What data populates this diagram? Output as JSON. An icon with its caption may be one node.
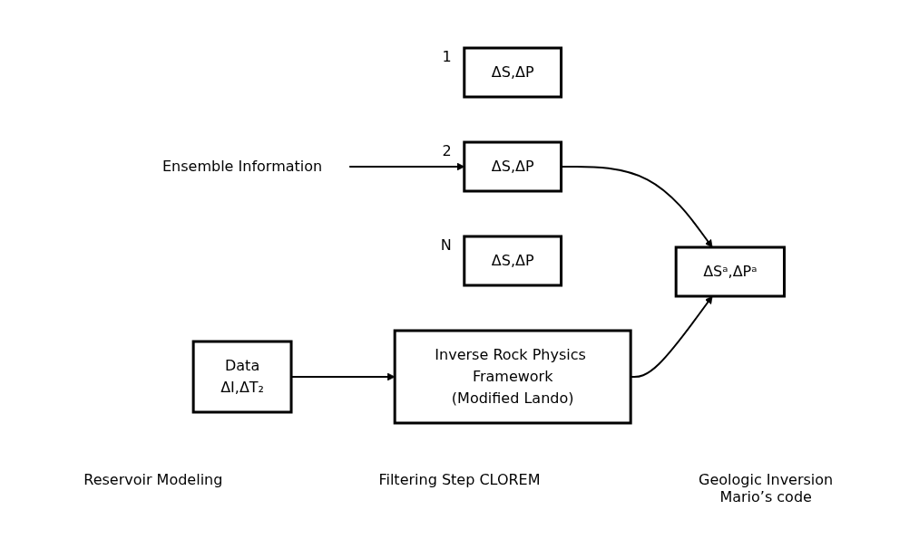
{
  "diagram": {
    "nodes": [
      {
        "text": [
          "Ensemble Information"
        ]
      },
      {
        "text": [
          "ΔS,ΔP"
        ],
        "beside": [
          "1"
        ]
      },
      {
        "text": [
          "ΔS,ΔP"
        ],
        "beside": [
          "2"
        ]
      },
      {
        "text": [
          "ΔS,ΔP"
        ],
        "beside": [
          "N"
        ]
      },
      {
        "text": [
          "ΔSᵃ,ΔPᵃ"
        ]
      },
      {
        "text": [
          "Inverse Rock Physics Framework",
          "(Modified Lando)"
        ]
      },
      {
        "text": [
          "Data",
          "ΔI,ΔT₂"
        ]
      }
    ],
    "edges": [
      {
        "from": 0,
        "to": 2,
        "arrow": "to"
      },
      {
        "from": 2,
        "to": 4,
        "arrow": "to"
      },
      {
        "from": 5,
        "to": 4,
        "arrow": "to"
      },
      {
        "from": 6,
        "to": 5,
        "arrow": "to"
      }
    ],
    "labels": [
      "Reservoir Modeling",
      "Filtering Step CLOREM",
      "Geologic Inversion Mario’s code"
    ]
  }
}
